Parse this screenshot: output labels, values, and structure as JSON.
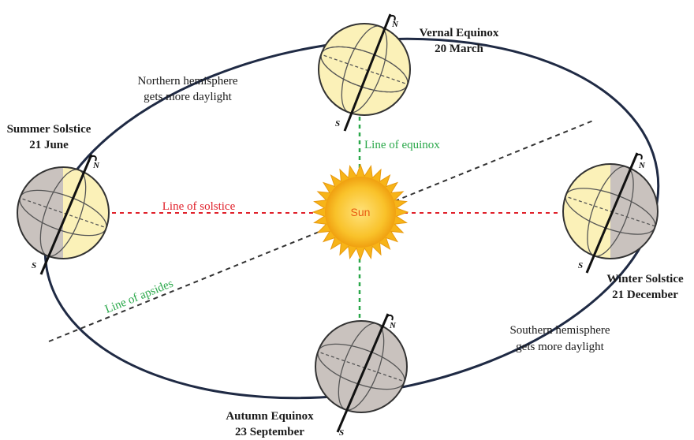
{
  "sun": {
    "label": "Sun"
  },
  "lines": {
    "solstice": "Line of solstice",
    "equinox": "Line of equinox",
    "apsides": "Line of apsides"
  },
  "positions": {
    "vernal": {
      "name": "Vernal Equinox",
      "date": "20 March"
    },
    "summer": {
      "name": "Summer Solstice",
      "date": "21 June"
    },
    "winter": {
      "name": "Winter Solstice",
      "date": "21 December"
    },
    "autumn": {
      "name": "Autumn Equinox",
      "date": "23 September"
    }
  },
  "notes": {
    "north": {
      "line1": "Northern hemisphere",
      "line2": "gets more daylight"
    },
    "south": {
      "line1": "Southern hemisphere",
      "line2": "gets more daylight"
    }
  },
  "poles": {
    "north": "N",
    "south": "S"
  },
  "colors": {
    "orbit": "#1f2a44",
    "solstice_line": "#e0202a",
    "equinox_line": "#2aa84a",
    "apsides_line": "#333333",
    "sun_fill": "#f7b418",
    "day_side": "#fbf1b8",
    "night_side": "#c9c2be"
  }
}
